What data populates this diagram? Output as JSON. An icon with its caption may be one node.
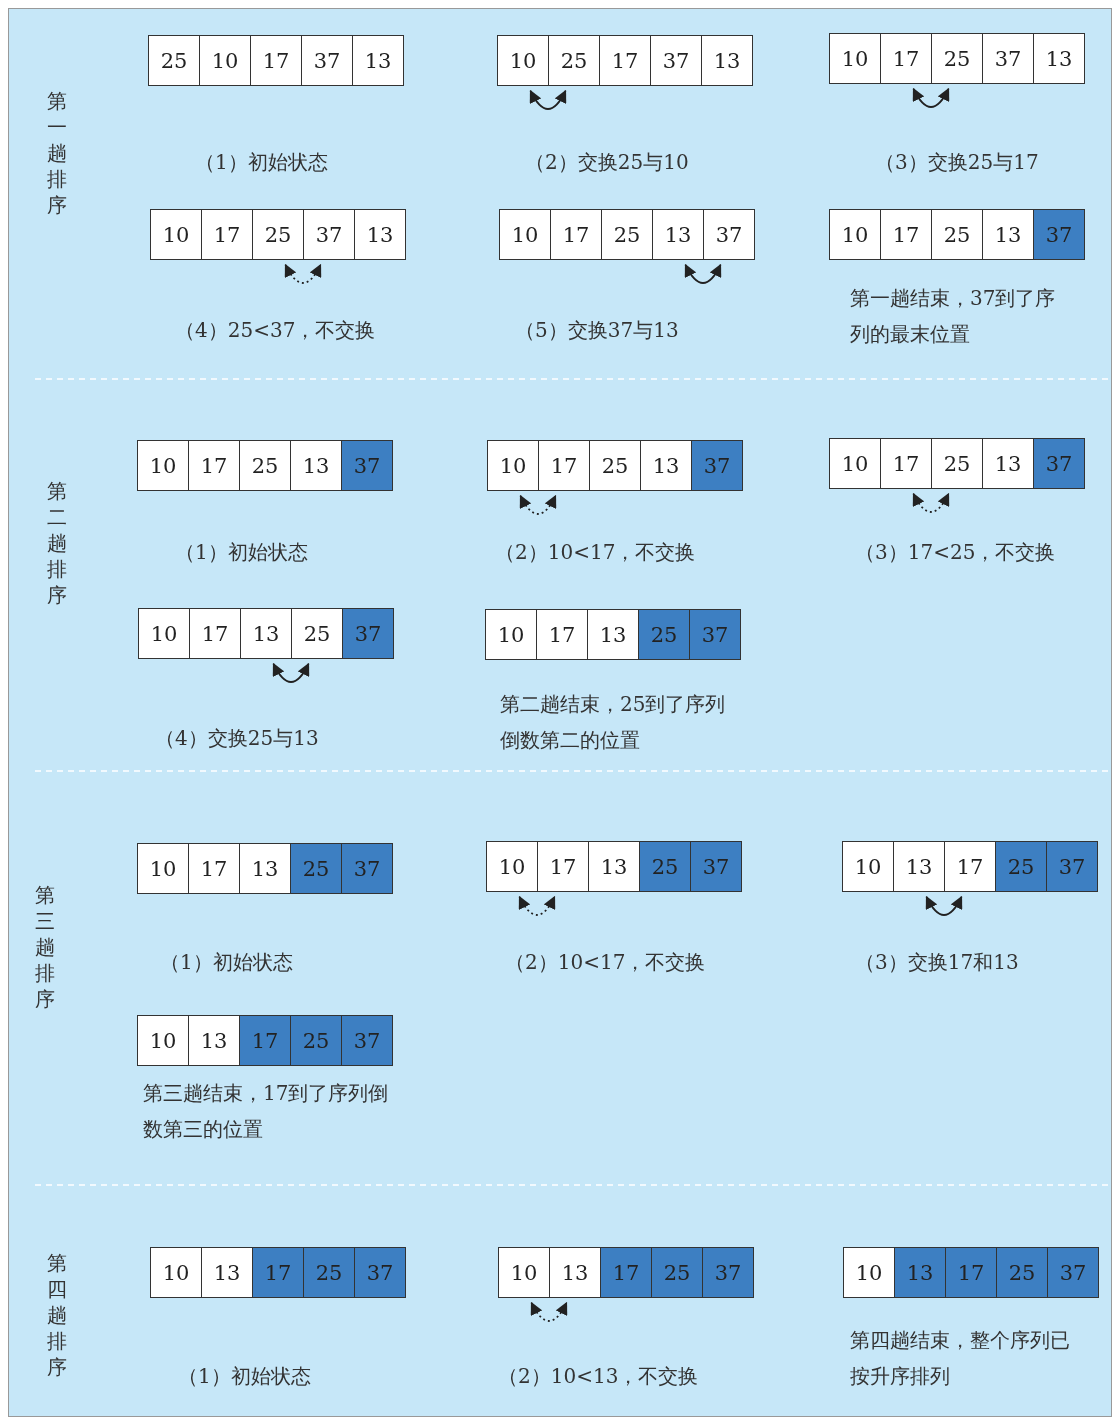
{
  "diagram": {
    "nodes": [
      {
        "text": [
          "25"
        ]
      },
      {
        "text": [
          "10"
        ]
      },
      {
        "text": [
          "17"
        ]
      },
      {
        "text": [
          "37"
        ]
      },
      {
        "text": [
          "13"
        ]
      },
      {
        "text": [
          "10"
        ]
      },
      {
        "text": [
          "25"
        ]
      },
      {
        "text": [
          "17"
        ]
      },
      {
        "text": [
          "37"
        ]
      },
      {
        "text": [
          "13"
        ]
      },
      {
        "text": [
          "10"
        ]
      },
      {
        "text": [
          "17"
        ]
      },
      {
        "text": [
          "25"
        ]
      },
      {
        "text": [
          "37"
        ]
      },
      {
        "text": [
          "13"
        ]
      },
      {
        "text": [
          "10"
        ]
      },
      {
        "text": [
          "17"
        ]
      },
      {
        "text": [
          "25"
        ]
      },
      {
        "text": [
          "37"
        ]
      },
      {
        "text": [
          "13"
        ]
      },
      {
        "text": [
          "10"
        ]
      },
      {
        "text": [
          "17"
        ]
      },
      {
        "text": [
          "25"
        ]
      },
      {
        "text": [
          "13"
        ]
      },
      {
        "text": [
          "37"
        ]
      },
      {
        "text": [
          "10"
        ]
      },
      {
        "text": [
          "17"
        ]
      },
      {
        "text": [
          "25"
        ]
      },
      {
        "text": [
          "13"
        ]
      },
      {
        "text": [
          "37"
        ]
      },
      {
        "text": [
          "10"
        ]
      },
      {
        "text": [
          "17"
        ]
      },
      {
        "text": [
          "25"
        ]
      },
      {
        "text": [
          "13"
        ]
      },
      {
        "text": [
          "37"
        ]
      },
      {
        "text": [
          "10"
        ]
      },
      {
        "text": [
          "17"
        ]
      },
      {
        "text": [
          "25"
        ]
      },
      {
        "text": [
          "13"
        ]
      },
      {
        "text": [
          "37"
        ]
      },
      {
        "text": [
          "10"
        ]
      },
      {
        "text": [
          "17"
        ]
      },
      {
        "text": [
          "25"
        ]
      },
      {
        "text": [
          "13"
        ]
      },
      {
        "text": [
          "37"
        ]
      },
      {
        "text": [
          "10"
        ]
      },
      {
        "text": [
          "17"
        ]
      },
      {
        "text": [
          "13"
        ]
      },
      {
        "text": [
          "25"
        ]
      },
      {
        "text": [
          "37"
        ]
      },
      {
        "text": [
          "10"
        ]
      },
      {
        "text": [
          "17"
        ]
      },
      {
        "text": [
          "13"
        ]
      },
      {
        "text": [
          "25"
        ]
      },
      {
        "text": [
          "37"
        ]
      },
      {
        "text": [
          "10"
        ]
      },
      {
        "text": [
          "17"
        ]
      },
      {
        "text": [
          "13"
        ]
      },
      {
        "text": [
          "25"
        ]
      },
      {
        "text": [
          "37"
        ]
      },
      {
        "text": [
          "10"
        ]
      },
      {
        "text": [
          "17"
        ]
      },
      {
        "text": [
          "13"
        ]
      },
      {
        "text": [
          "25"
        ]
      },
      {
        "text": [
          "37"
        ]
      },
      {
        "text": [
          "10"
        ]
      },
      {
        "text": [
          "13"
        ]
      },
      {
        "text": [
          "17"
        ]
      },
      {
        "text": [
          "25"
        ]
      },
      {
        "text": [
          "37"
        ]
      },
      {
        "text": [
          "10"
        ]
      },
      {
        "text": [
          "13"
        ]
      },
      {
        "text": [
          "17"
        ]
      },
      {
        "text": [
          "25"
        ]
      },
      {
        "text": [
          "37"
        ]
      },
      {
        "text": [
          "10"
        ]
      },
      {
        "text": [
          "13"
        ]
      },
      {
        "text": [
          "17"
        ]
      },
      {
        "text": [
          "25"
        ]
      },
      {
        "text": [
          "37"
        ]
      },
      {
        "text": [
          "10"
        ]
      },
      {
        "text": [
          "13"
        ]
      },
      {
        "text": [
          "17"
        ]
      },
      {
        "text": [
          "25"
        ]
      },
      {
        "text": [
          "37"
        ]
      },
      {
        "text": [
          "10"
        ]
      },
      {
        "text": [
          "13"
        ]
      },
      {
        "text": [
          "17"
        ]
      },
      {
        "text": [
          "25"
        ]
      },
      {
        "text": [
          "37"
        ]
      }
    ],
    "edges": [
      {
        "from": 5,
        "to": 6,
        "arrow": "both"
      },
      {
        "from": 11,
        "to": 12,
        "arrow": "both"
      },
      {
        "from": 17,
        "to": 18,
        "arrow": "both",
        "style": "dashed"
      },
      {
        "from": 23,
        "to": 24,
        "arrow": "both"
      },
      {
        "from": 35,
        "to": 36,
        "arrow": "both",
        "style": "dashed"
      },
      {
        "from": 41,
        "to": 42,
        "arrow": "both",
        "style": "dashed"
      },
      {
        "from": 47,
        "to": 48,
        "arrow": "both"
      },
      {
        "from": 60,
        "to": 61,
        "arrow": "both",
        "style": "dashed"
      },
      {
        "from": 66,
        "to": 67,
        "arrow": "both"
      },
      {
        "from": 80,
        "to": 81,
        "arrow": "both",
        "style": "dashed"
      }
    ],
    "labels": [
      "第一趟排序",
      "（1）初始状态",
      "（2）交换25与10",
      "（3）交换25与17",
      "（4）25<37，不交换",
      "（5）交换37与13",
      "第一趟结束，37到了序列的最末位置",
      "第二趟排序",
      "（1）初始状态",
      "（2）10<17，不交换",
      "（3）17<25，不交换",
      "（4）交换25与13",
      "第二趟结束，25到了序列倒数第二的位置",
      "第三趟排序",
      "（1）初始状态",
      "（2）10<17，不交换",
      "（3）交换17和13",
      "第三趟结束，17到了序列倒数第三的位置",
      "第四趟排序",
      "（1）初始状态",
      "（2）10<13，不交换",
      "第四趟结束，整个序列已按升序排列"
    ]
  }
}
